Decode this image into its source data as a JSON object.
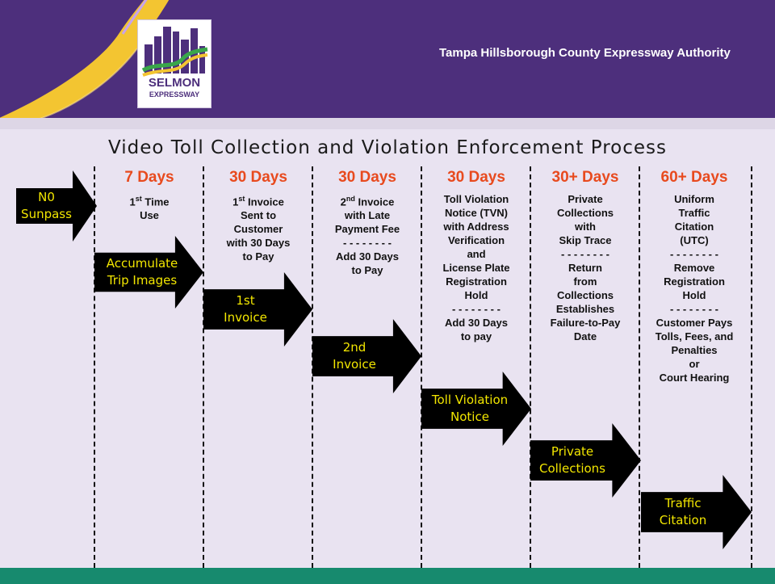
{
  "header": {
    "org_name": "Tampa Hillsborough County Expressway Authority",
    "logo_line1": "SELMON",
    "logo_line2": "EXPRESSWAY"
  },
  "title": "Video Toll Collection and Violation Enforcement Process",
  "columns": [
    {
      "heading": "7 Days",
      "line1_html": "1<sup>st</sup> Time",
      "line2": "Use"
    },
    {
      "heading": "30 Days",
      "line1_html": "1<sup>st</sup> Invoice",
      "lines": [
        "Sent to",
        "Customer",
        "with 30 Days",
        "to Pay"
      ]
    },
    {
      "heading": "30 Days",
      "line1_html": "2<sup>nd</sup> Invoice",
      "lines": [
        "with Late",
        "Payment Fee",
        "- - - - - - - -",
        "Add 30 Days",
        "to Pay"
      ]
    },
    {
      "heading": "30 Days",
      "lines": [
        "Toll Violation",
        "Notice (TVN)",
        "with Address",
        "Verification",
        "and",
        "License Plate",
        "Registration",
        "Hold",
        "- - - - - - - -",
        "Add 30 Days",
        "to pay"
      ]
    },
    {
      "heading": "30+ Days",
      "lines": [
        "Private",
        "Collections",
        "with",
        "Skip Trace",
        "- - - - - - - -",
        "Return",
        "from",
        "Collections",
        "Establishes",
        "Failure-to-Pay",
        "Date"
      ]
    },
    {
      "heading": "60+ Days",
      "lines": [
        "Uniform",
        "Traffic",
        "Citation",
        "(UTC)",
        "- - - - - - - -",
        "Remove",
        "Registration",
        "Hold",
        "- - - - - - - -",
        "Customer Pays",
        "Tolls, Fees, and",
        "Penalties",
        "or",
        "Court Hearing"
      ]
    }
  ],
  "arrows": [
    {
      "lines": [
        "N0",
        "Sunpass"
      ]
    },
    {
      "lines": [
        "Accumulate",
        "Trip Images"
      ]
    },
    {
      "lines": [
        "1st",
        "Invoice"
      ]
    },
    {
      "lines": [
        "2nd",
        "Invoice"
      ]
    },
    {
      "lines": [
        "Toll Violation",
        "Notice"
      ]
    },
    {
      "lines": [
        "Private",
        "Collections"
      ]
    },
    {
      "lines": [
        "Traffic",
        "Citation"
      ]
    }
  ],
  "colors": {
    "header_purple": "#4d2f7c",
    "background_lavender": "#e9e3f1",
    "road_yellow": "#f3c531",
    "heading_orange": "#e84a1e",
    "arrow_text_yellow": "#f2e600",
    "footer_green": "#178a6e"
  }
}
